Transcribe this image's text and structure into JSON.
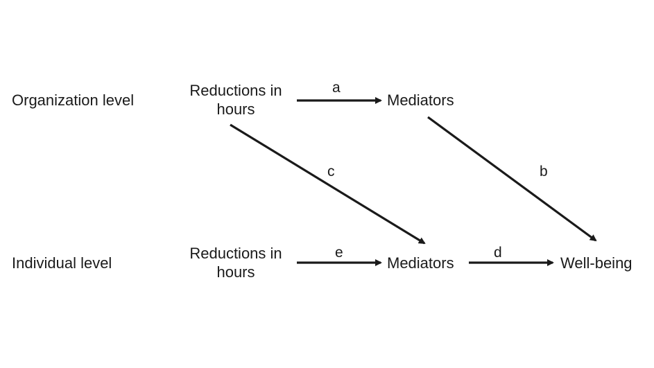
{
  "levels": {
    "organization": "Organization level",
    "individual": "Individual level"
  },
  "nodes": {
    "org_hours_line1": "Reductions in",
    "org_hours_line2": "hours",
    "org_mediators": "Mediators",
    "ind_hours_line1": "Reductions in",
    "ind_hours_line2": "hours",
    "ind_mediators": "Mediators",
    "wellbeing": "Well-being"
  },
  "paths": {
    "a": "a",
    "b": "b",
    "c": "c",
    "d": "d",
    "e": "e"
  },
  "colors": {
    "text": "#1a1a1a",
    "arrow": "#1a1a1a"
  }
}
